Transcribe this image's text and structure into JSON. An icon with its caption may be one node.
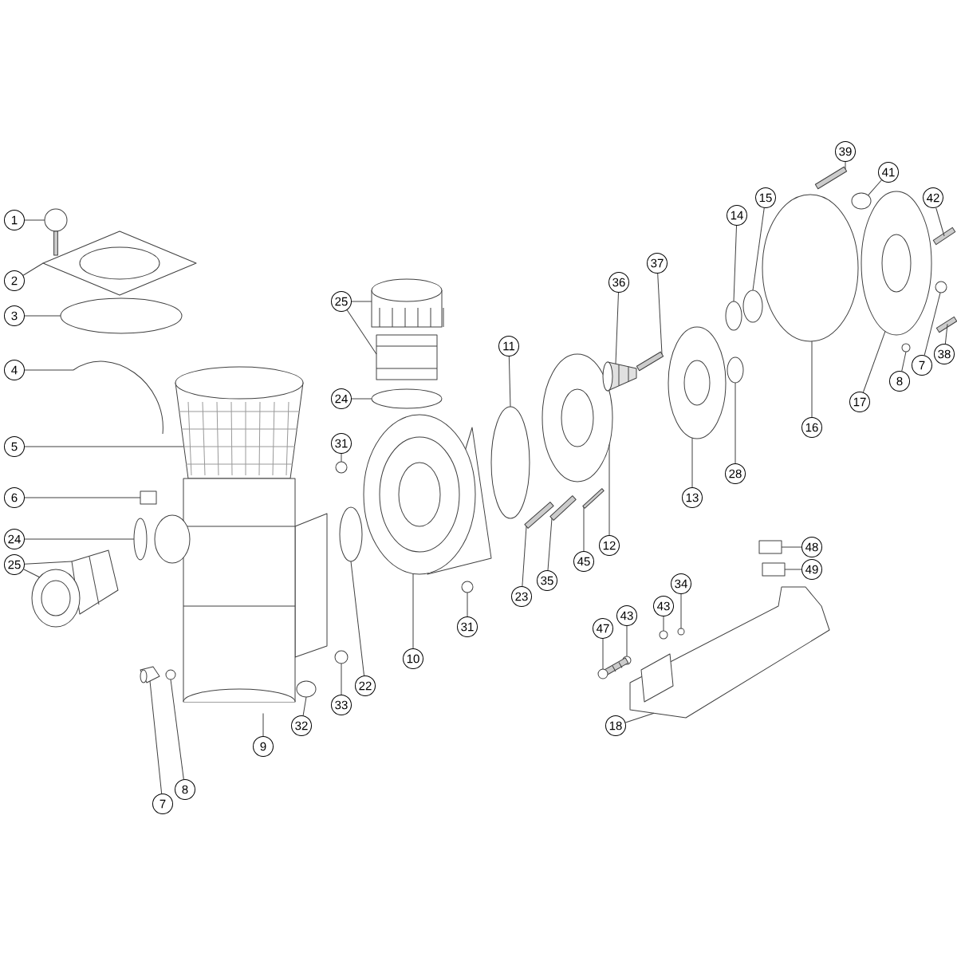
{
  "diagram": {
    "nodes": [
      {
        "text": [
          "39"
        ]
      },
      {
        "text": [
          "41"
        ]
      },
      {
        "text": [
          "15"
        ]
      },
      {
        "text": [
          "42"
        ]
      },
      {
        "text": [
          "14"
        ]
      },
      {
        "text": [
          "1"
        ]
      },
      {
        "text": [
          "37"
        ]
      },
      {
        "text": [
          "2"
        ]
      },
      {
        "text": [
          "36"
        ]
      },
      {
        "text": [
          "25"
        ]
      },
      {
        "text": [
          "3"
        ]
      },
      {
        "text": [
          "11"
        ]
      },
      {
        "text": [
          "38"
        ]
      },
      {
        "text": [
          "7"
        ]
      },
      {
        "text": [
          "4"
        ]
      },
      {
        "text": [
          "8"
        ]
      },
      {
        "text": [
          "24"
        ]
      },
      {
        "text": [
          "17"
        ]
      },
      {
        "text": [
          "16"
        ]
      },
      {
        "text": [
          "31"
        ]
      },
      {
        "text": [
          "5"
        ]
      },
      {
        "text": [
          "28"
        ]
      },
      {
        "text": [
          "6"
        ]
      },
      {
        "text": [
          "13"
        ]
      },
      {
        "text": [
          "24"
        ]
      },
      {
        "text": [
          "12"
        ]
      },
      {
        "text": [
          "48"
        ]
      },
      {
        "text": [
          "45"
        ]
      },
      {
        "text": [
          "25"
        ]
      },
      {
        "text": [
          "49"
        ]
      },
      {
        "text": [
          "35"
        ]
      },
      {
        "text": [
          "34"
        ]
      },
      {
        "text": [
          "23"
        ]
      },
      {
        "text": [
          "43"
        ]
      },
      {
        "text": [
          "43"
        ]
      },
      {
        "text": [
          "31"
        ]
      },
      {
        "text": [
          "47"
        ]
      },
      {
        "text": [
          "10"
        ]
      },
      {
        "text": [
          "22"
        ]
      },
      {
        "text": [
          "33"
        ]
      },
      {
        "text": [
          "32"
        ]
      },
      {
        "text": [
          "18"
        ]
      },
      {
        "text": [
          "9"
        ]
      },
      {
        "text": [
          "8"
        ]
      },
      {
        "text": [
          "7"
        ]
      },
      {
        "text": [],
        "shape": "picture"
      },
      {
        "text": [],
        "shape": "picture"
      },
      {
        "text": [],
        "shape": "circle"
      },
      {
        "text": [],
        "shape": "picture"
      },
      {
        "text": [],
        "shape": "picture"
      },
      {
        "text": [],
        "shape": "box"
      },
      {
        "text": [],
        "shape": "circle"
      },
      {
        "text": [],
        "shape": "picture"
      },
      {
        "text": [],
        "shape": "picture"
      },
      {
        "text": [],
        "shape": "picture"
      },
      {
        "text": [],
        "shape": "picture"
      },
      {
        "text": [],
        "shape": "circle"
      },
      {
        "text": [],
        "shape": "circle"
      },
      {
        "text": [],
        "shape": "circle"
      },
      {
        "text": [],
        "shape": "circle"
      },
      {
        "text": [],
        "shape": "picture"
      },
      {
        "text": [],
        "shape": "circle"
      },
      {
        "text": [],
        "shape": "circle"
      },
      {
        "text": [],
        "shape": "picture"
      },
      {
        "text": [],
        "shape": "picture"
      },
      {
        "text": [],
        "shape": "circle"
      },
      {
        "text": [],
        "shape": "circle"
      },
      {
        "text": [],
        "shape": "picture"
      },
      {
        "text": [],
        "shape": "picture"
      },
      {
        "text": [],
        "shape": "picture"
      },
      {
        "text": [],
        "shape": "picture"
      },
      {
        "text": [],
        "shape": "picture"
      },
      {
        "text": [],
        "shape": "picture"
      },
      {
        "text": [],
        "shape": "picture"
      },
      {
        "text": [],
        "shape": "circle"
      },
      {
        "text": [],
        "shape": "circle"
      },
      {
        "text": [],
        "shape": "circle"
      },
      {
        "text": [],
        "shape": "circle"
      },
      {
        "text": [],
        "shape": "picture"
      },
      {
        "text": [],
        "shape": "picture"
      },
      {
        "text": [],
        "shape": "circle"
      },
      {
        "text": [],
        "shape": "picture"
      },
      {
        "text": [],
        "shape": "circle"
      },
      {
        "text": [],
        "shape": "circle"
      },
      {
        "text": [],
        "shape": "picture"
      },
      {
        "text": [],
        "shape": "picture"
      },
      {
        "text": [],
        "shape": "box"
      },
      {
        "text": [],
        "shape": "box"
      },
      {
        "text": [],
        "shape": "circle"
      },
      {
        "text": [],
        "shape": "circle"
      },
      {
        "text": [],
        "shape": "circle"
      },
      {
        "text": [],
        "shape": "picture"
      }
    ],
    "edges": [
      {
        "from": 0,
        "to": 79,
        "arrow": "none"
      },
      {
        "from": 1,
        "to": 80,
        "arrow": "none"
      },
      {
        "from": 2,
        "to": 76,
        "arrow": "none"
      },
      {
        "from": 3,
        "to": 81,
        "arrow": "none"
      },
      {
        "from": 4,
        "to": 75,
        "arrow": "none"
      },
      {
        "from": 5,
        "to": 45,
        "arrow": "none"
      },
      {
        "from": 6,
        "to": 72,
        "arrow": "none"
      },
      {
        "from": 7,
        "to": 46,
        "arrow": "none"
      },
      {
        "from": 8,
        "to": 71,
        "arrow": "none"
      },
      {
        "from": 9,
        "to": 63,
        "arrow": "none"
      },
      {
        "from": 9,
        "to": 64,
        "arrow": "none"
      },
      {
        "from": 10,
        "to": 47,
        "arrow": "none"
      },
      {
        "from": 11,
        "to": 66,
        "arrow": "none"
      },
      {
        "from": 12,
        "to": 84,
        "arrow": "none"
      },
      {
        "from": 13,
        "to": 82,
        "arrow": "none"
      },
      {
        "from": 14,
        "to": 48,
        "arrow": "none"
      },
      {
        "from": 15,
        "to": 83,
        "arrow": "none"
      },
      {
        "from": 16,
        "to": 65,
        "arrow": "none"
      },
      {
        "from": 17,
        "to": 78,
        "arrow": "none"
      },
      {
        "from": 18,
        "to": 77,
        "arrow": "none"
      },
      {
        "from": 19,
        "to": 62,
        "arrow": "none"
      },
      {
        "from": 20,
        "to": 49,
        "arrow": "none"
      },
      {
        "from": 21,
        "to": 74,
        "arrow": "none"
      },
      {
        "from": 22,
        "to": 50,
        "arrow": "none"
      },
      {
        "from": 23,
        "to": 73,
        "arrow": "none"
      },
      {
        "from": 24,
        "to": 51,
        "arrow": "none"
      },
      {
        "from": 25,
        "to": 70,
        "arrow": "none"
      },
      {
        "from": 26,
        "to": 86,
        "arrow": "none"
      },
      {
        "from": 27,
        "to": 69,
        "arrow": "none"
      },
      {
        "from": 28,
        "to": 52,
        "arrow": "none"
      },
      {
        "from": 28,
        "to": 53,
        "arrow": "none"
      },
      {
        "from": 29,
        "to": 87,
        "arrow": "none"
      },
      {
        "from": 30,
        "to": 68,
        "arrow": "none"
      },
      {
        "from": 31,
        "to": 88,
        "arrow": "none"
      },
      {
        "from": 32,
        "to": 67,
        "arrow": "none"
      },
      {
        "from": 33,
        "to": 89,
        "arrow": "none"
      },
      {
        "from": 34,
        "to": 90,
        "arrow": "none"
      },
      {
        "from": 35,
        "to": 61,
        "arrow": "none"
      },
      {
        "from": 36,
        "to": 91,
        "arrow": "none"
      },
      {
        "from": 37,
        "to": 60,
        "arrow": "none"
      },
      {
        "from": 38,
        "to": 59,
        "arrow": "none"
      },
      {
        "from": 39,
        "to": 58,
        "arrow": "none"
      },
      {
        "from": 40,
        "to": 57,
        "arrow": "none"
      },
      {
        "from": 41,
        "to": 85,
        "arrow": "none"
      },
      {
        "from": 42,
        "to": 54,
        "arrow": "none"
      },
      {
        "from": 43,
        "to": 56,
        "arrow": "none"
      },
      {
        "from": 44,
        "to": 55,
        "arrow": "none"
      }
    ]
  }
}
